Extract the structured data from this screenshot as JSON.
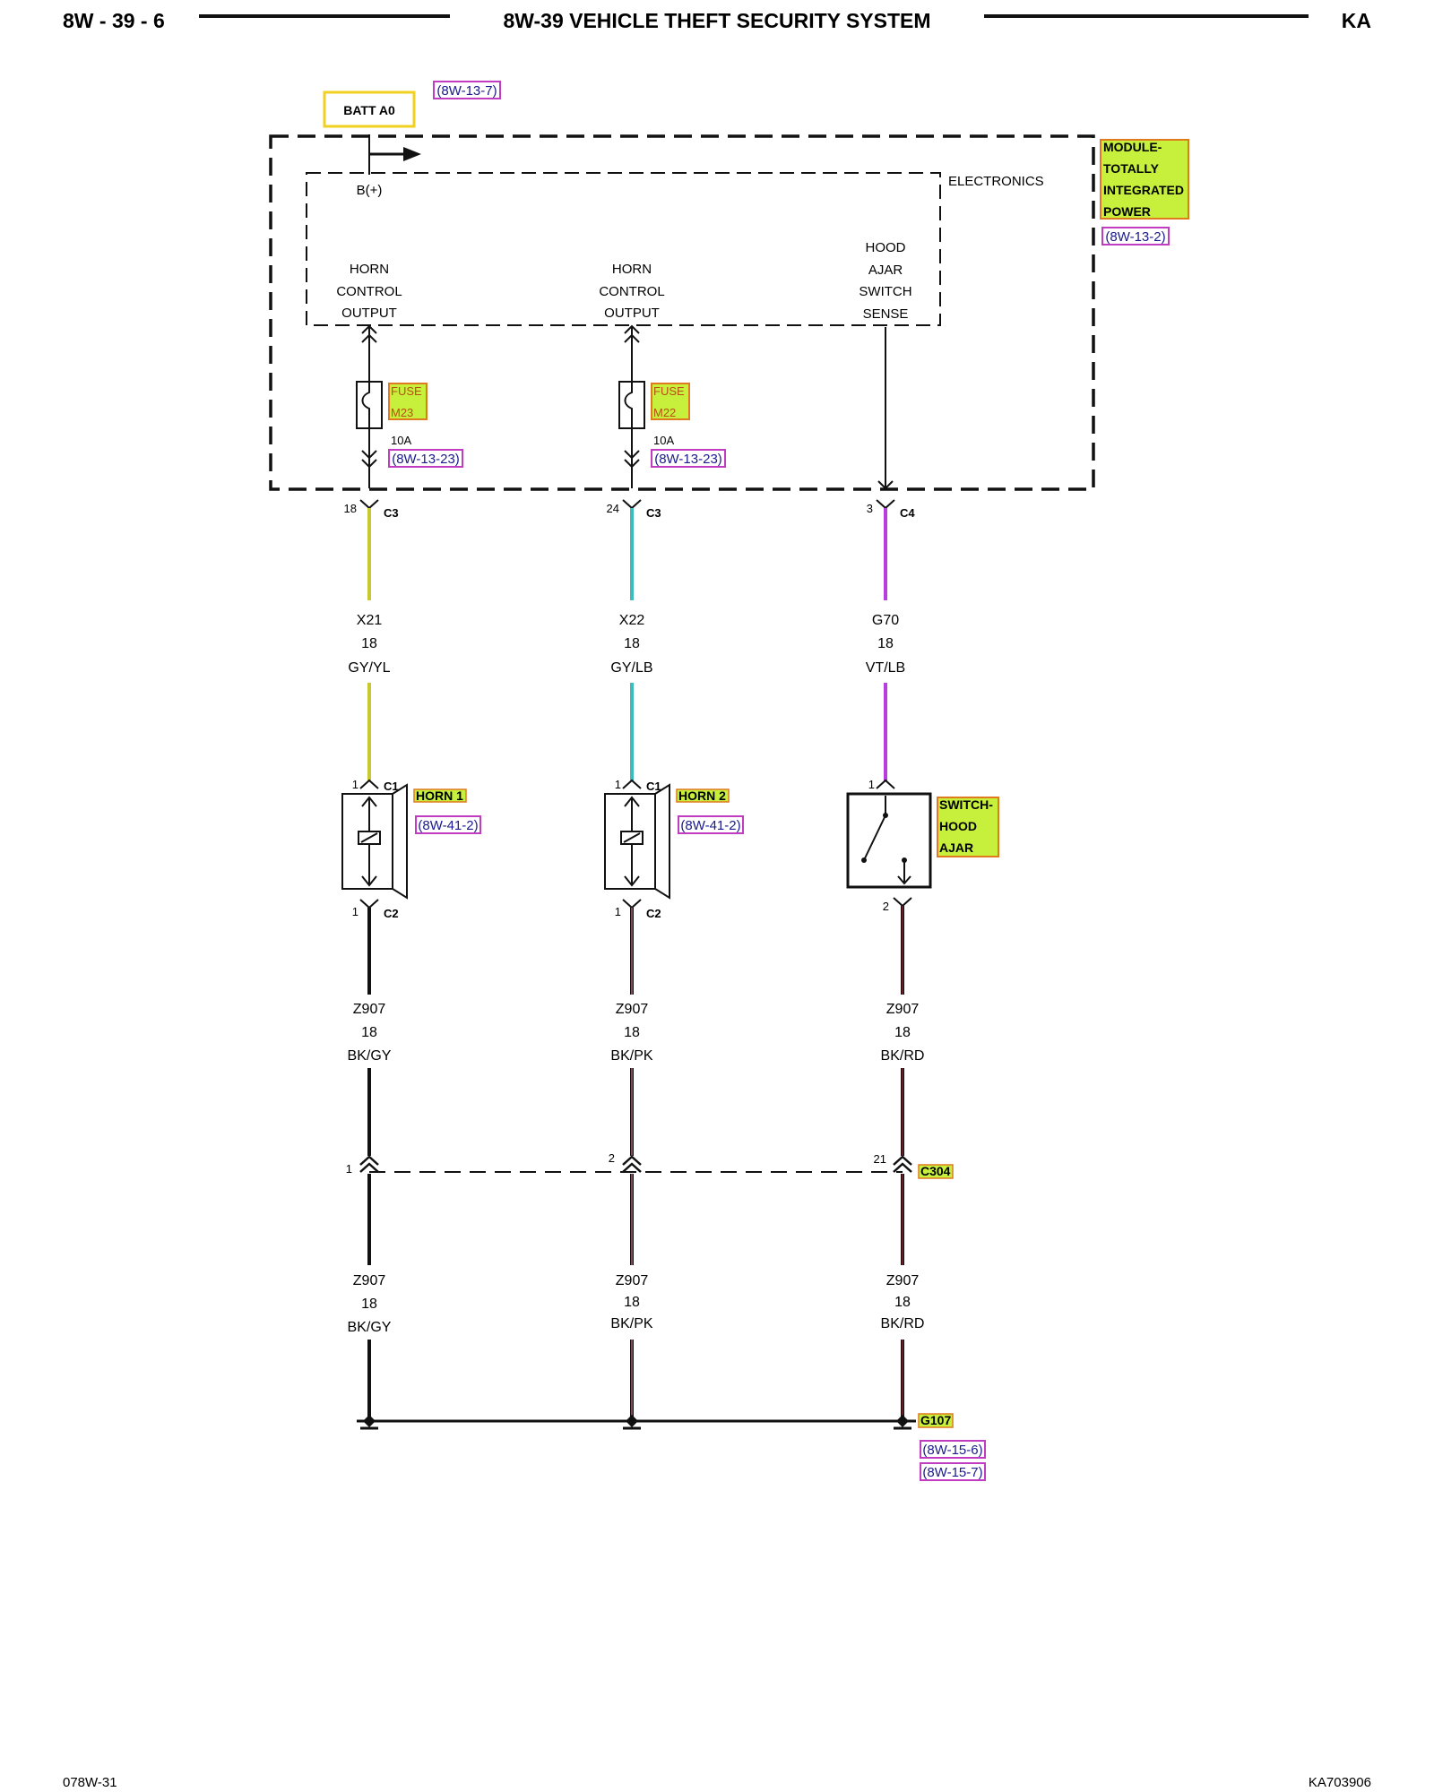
{
  "header": {
    "page_number": "8W - 39 - 6",
    "title": "8W-39 VEHICLE THEFT SECURITY SYSTEM",
    "model": "KA"
  },
  "footer": {
    "left_code": "078W-31",
    "right_code": "KA703906"
  },
  "power": {
    "batt_label": "BATT A0",
    "batt_ref": "(8W-13-7)",
    "b_plus": "B(+)"
  },
  "module": {
    "name_lines": [
      "MODULE-",
      "TOTALLY",
      "INTEGRATED",
      "POWER"
    ],
    "ref": "(8W-13-2)",
    "electronics_label": "ELECTRONICS",
    "outputs": [
      {
        "lines": [
          "HORN",
          "CONTROL",
          "OUTPUT"
        ]
      },
      {
        "lines": [
          "HORN",
          "CONTROL",
          "OUTPUT"
        ]
      },
      {
        "lines": [
          "HOOD",
          "AJAR",
          "SWITCH",
          "SENSE"
        ]
      }
    ]
  },
  "fuses": [
    {
      "label_lines": [
        "FUSE",
        "M23"
      ],
      "rating": "10A",
      "ref": "(8W-13-23)"
    },
    {
      "label_lines": [
        "FUSE",
        "M22"
      ],
      "rating": "10A",
      "ref": "(8W-13-23)"
    }
  ],
  "module_connectors": [
    {
      "pin": "18",
      "name": "C3"
    },
    {
      "pin": "24",
      "name": "C3"
    },
    {
      "pin": "3",
      "name": "C4"
    }
  ],
  "upper_wires": [
    {
      "circuit": "X21",
      "gauge": "18",
      "color_code": "GY/YL",
      "color": "#c8c832"
    },
    {
      "circuit": "X22",
      "gauge": "18",
      "color_code": "GY/LB",
      "color": "#3cbcbc"
    },
    {
      "circuit": "G70",
      "gauge": "18",
      "color_code": "VT/LB",
      "color": "#b83ce0"
    }
  ],
  "devices": [
    {
      "name": "HORN 1",
      "ref": "(8W-41-2)",
      "pin_top": "1",
      "conn_top": "C1",
      "pin_bottom": "1",
      "conn_bottom": "C2"
    },
    {
      "name": "HORN 2",
      "ref": "(8W-41-2)",
      "pin_top": "1",
      "conn_top": "C1",
      "pin_bottom": "1",
      "conn_bottom": "C2"
    },
    {
      "name_lines": [
        "SWITCH-",
        "HOOD",
        "AJAR"
      ],
      "pin_top": "1",
      "pin_bottom": "2"
    }
  ],
  "middle_wires": [
    {
      "circuit": "Z907",
      "gauge": "18",
      "color_code": "BK/GY"
    },
    {
      "circuit": "Z907",
      "gauge": "18",
      "color_code": "BK/PK"
    },
    {
      "circuit": "Z907",
      "gauge": "18",
      "color_code": "BK/RD"
    }
  ],
  "inline_connector": {
    "name": "C304",
    "pins": [
      "1",
      "2",
      "21"
    ]
  },
  "lower_wires": [
    {
      "circuit": "Z907",
      "gauge": "18",
      "color_code": "BK/GY"
    },
    {
      "circuit": "Z907",
      "gauge": "18",
      "color_code": "BK/PK"
    },
    {
      "circuit": "Z907",
      "gauge": "18",
      "color_code": "BK/RD"
    }
  ],
  "ground": {
    "name": "G107",
    "refs": [
      "(8W-15-6)",
      "(8W-15-7)"
    ]
  },
  "colors": {
    "tag_fill": "#c6f03c",
    "tag_border": "#e07a1e",
    "ref_border": "#c03cc0",
    "batt_border": "#f0d020",
    "black_stripe": "#7a1428"
  }
}
